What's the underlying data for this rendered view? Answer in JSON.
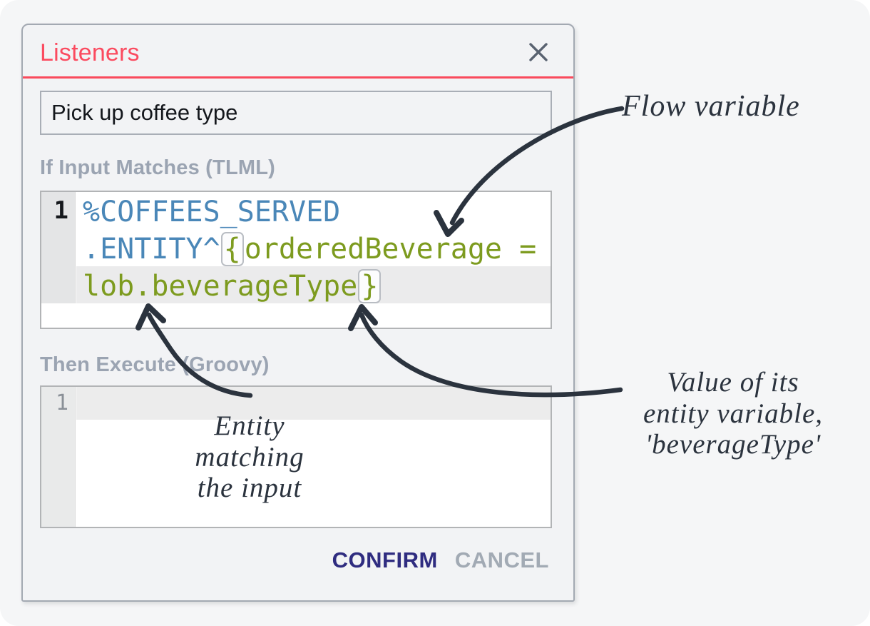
{
  "dialog": {
    "title": "Listeners",
    "name_input": {
      "value": "Pick up coffee type"
    },
    "tlml": {
      "label": "If Input Matches (TLML)",
      "line_number": "1",
      "code": {
        "keyword": "%COFFEES_SERVED",
        "entity": ".ENTITY^",
        "open_brace": "{",
        "expression": "orderedBeverage =",
        "value_expr": "lob.beverageType",
        "close_brace": "}"
      }
    },
    "groovy": {
      "label": "Then Execute (Groovy)",
      "line_number": "1",
      "code": ""
    },
    "actions": {
      "confirm": "CONFIRM",
      "cancel": "CANCEL"
    }
  },
  "annotations": {
    "flow_variable": {
      "text": "Flow variable"
    },
    "entity_matching": {
      "line1": "Entity",
      "line2": "matching",
      "line3": "the input"
    },
    "entity_value": {
      "line1": "Value of its",
      "line2": "entity variable,",
      "line3": "'beverageType'"
    }
  },
  "colors": {
    "title_red": "#fb4a5f",
    "divider_red": "#fa4a5c",
    "code_blue": "#4a87b8",
    "code_green": "#7d9b1f",
    "confirm_blue": "#2f2c80",
    "cancel_gray": "#a2aab4",
    "section_label_gray": "#9ba4b2",
    "annotation_ink": "#2b333e"
  }
}
